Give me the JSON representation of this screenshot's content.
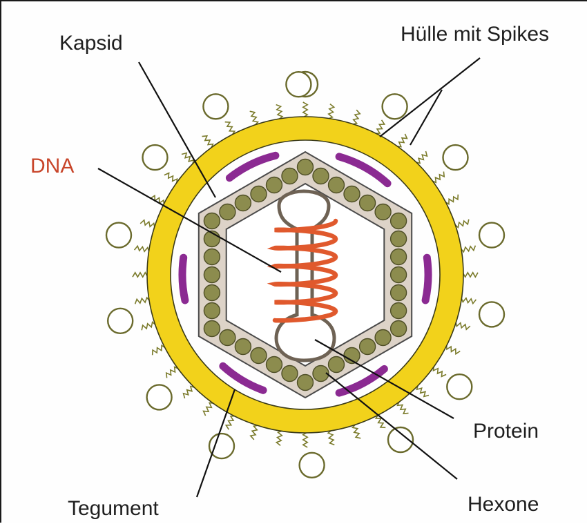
{
  "labels": {
    "kapsid": "Kapsid",
    "huelle": "Hülle mit Spikes",
    "dna": "DNA",
    "protein": "Protein",
    "tegument": "Tegument",
    "hexone": "Hexone"
  },
  "colors": {
    "envelope": "#f2d21b",
    "capsid_fill": "#ddd3c8",
    "capsomer": "#8c8c4e",
    "tegument_arc": "#8b2a92",
    "dna": "#e0592d",
    "dna_label": "#c8452a",
    "spike": "#7a7a2a"
  }
}
